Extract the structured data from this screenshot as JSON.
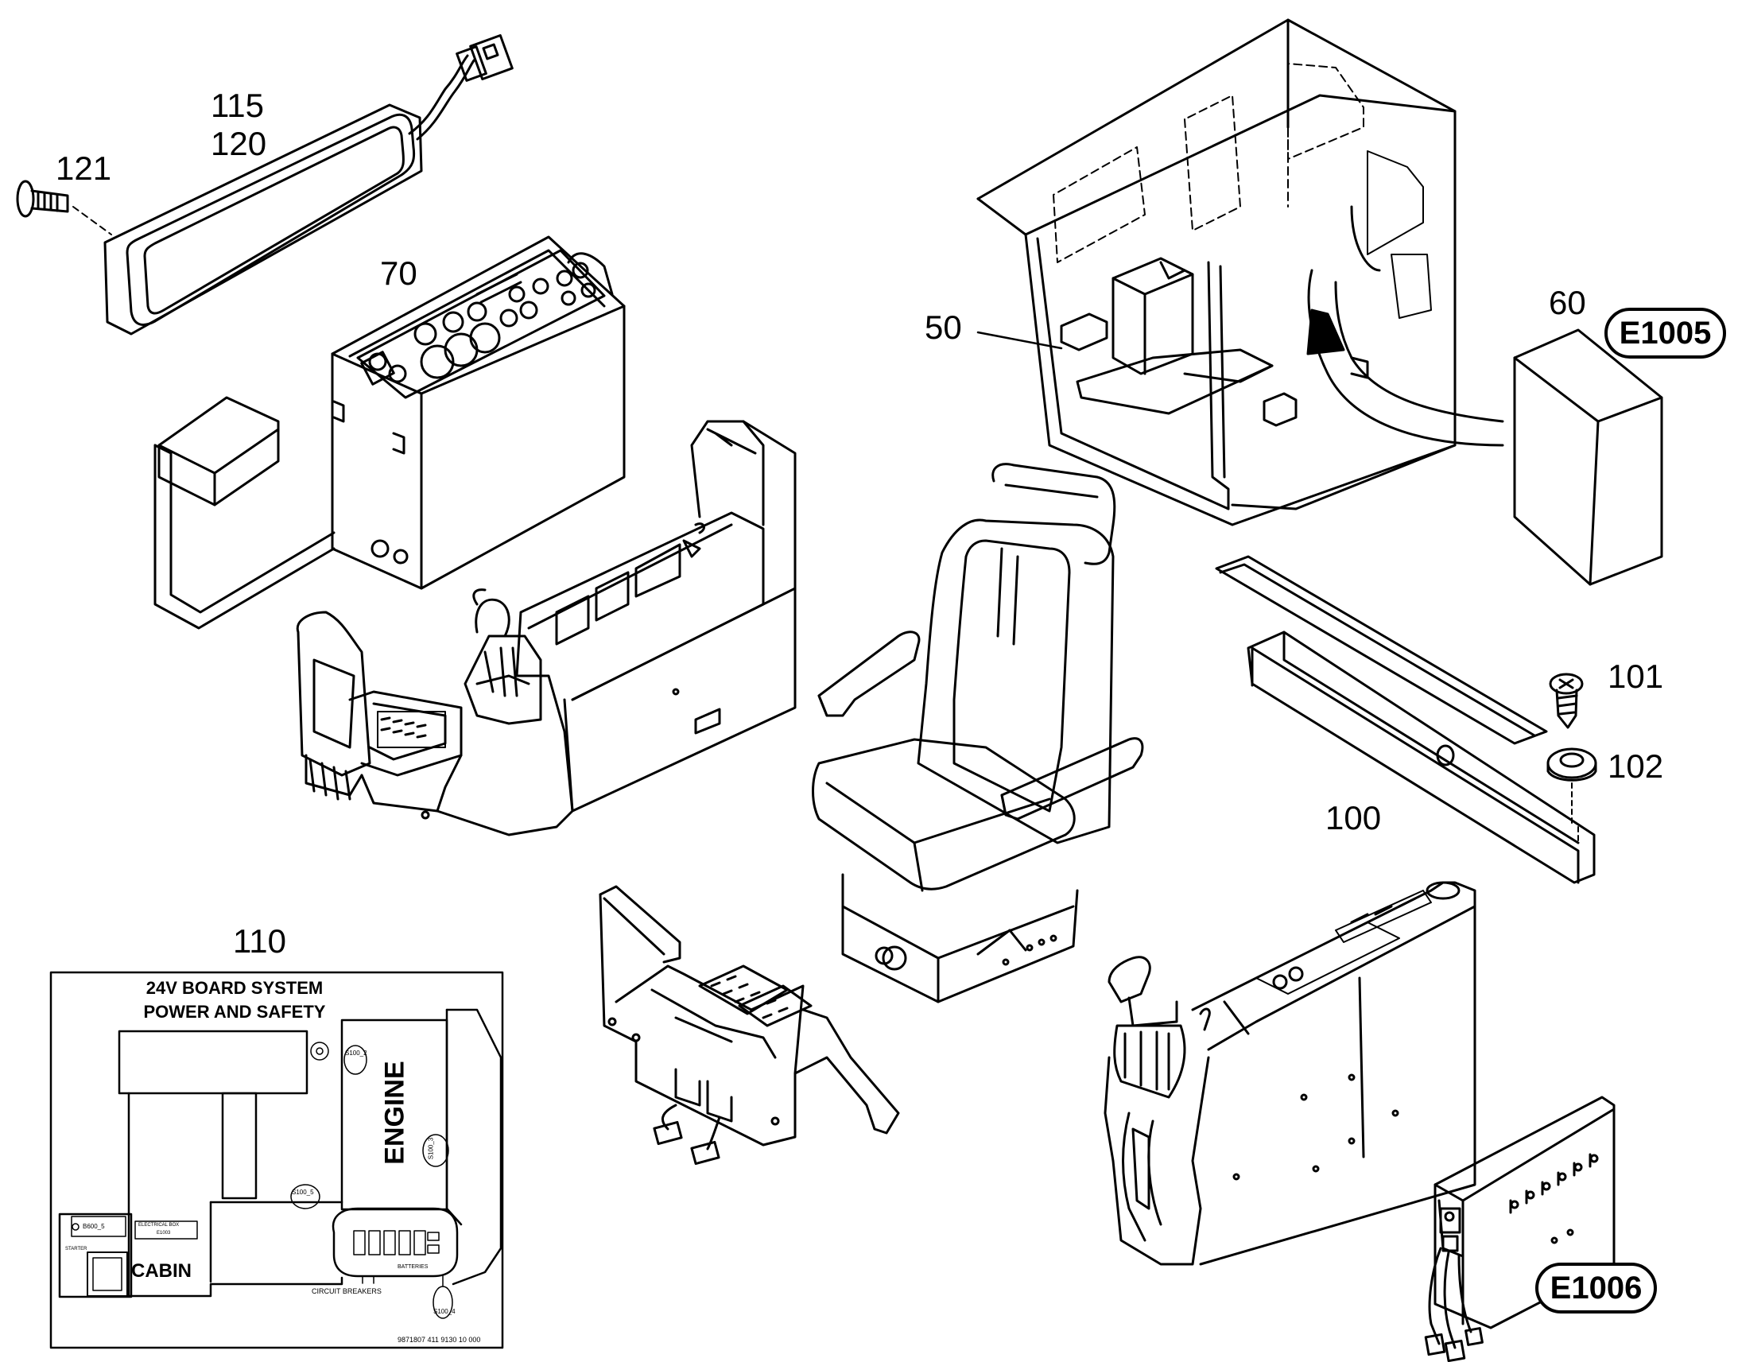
{
  "callouts": {
    "c115": "115",
    "c120": "120",
    "c121": "121",
    "c70": "70",
    "c50": "50",
    "c60": "60",
    "c101": "101",
    "c102": "102",
    "c100": "100",
    "c110": "110"
  },
  "badges": {
    "e1005": "E1005",
    "e1006": "E1006"
  },
  "decal": {
    "title_line1": "24V BOARD SYSTEM",
    "title_line2": "POWER AND SAFETY",
    "engine": "ENGINE",
    "cabin": "CABIN",
    "circuit_breakers": "CIRCUIT BREAKERS",
    "batteries": "BATTERIES",
    "electrical_box": "ELECTRICAL BOX",
    "electrical_box_code": "E1003",
    "s100_2": "S100_2",
    "s100_3": "S100_3",
    "s100_4": "S100_4",
    "s100_5": "S100_5",
    "b600_5": "B600_5",
    "starter": "STARTER",
    "footer": "9871807    411 9130 10 000"
  }
}
